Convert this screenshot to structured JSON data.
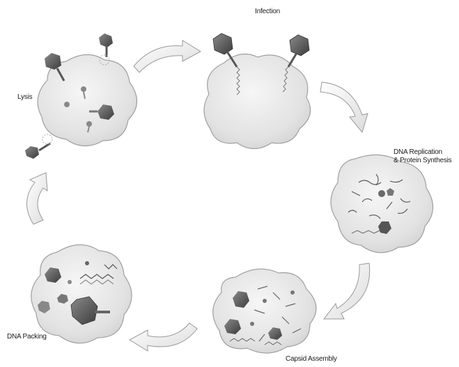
{
  "diagram": {
    "type": "cycle",
    "stages": [
      {
        "label": "Infection"
      },
      {
        "label_line1": "DNA Replication",
        "label_line2": "& Protein Synthesis"
      },
      {
        "label": "Capsid Assembly"
      },
      {
        "label": "DNA Packing"
      },
      {
        "label": "Lysis"
      }
    ],
    "colors": {
      "cell_fill": "#e4e4e4",
      "cell_stroke": "#9a9a9a",
      "arrow_fill": "#f4f4f4",
      "arrow_stroke": "#9a9a9a",
      "phage_dark": "#555555"
    }
  }
}
